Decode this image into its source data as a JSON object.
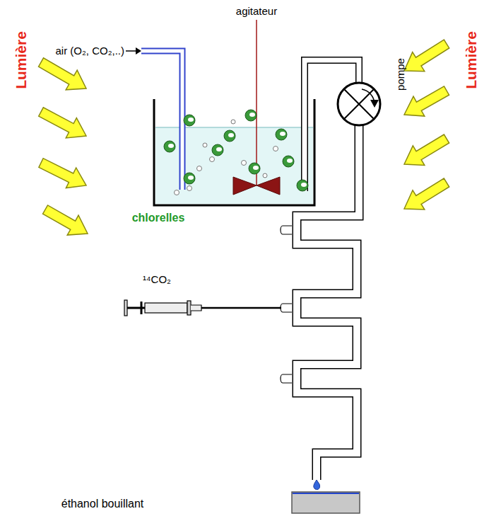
{
  "diagram": {
    "labels": [
      "air (O₂, CO₂,..)",
      "agitateur",
      "pompe",
      "Lumière",
      "Lumière",
      "chlorelles",
      "¹⁴CO₂",
      "éthanol bouillant"
    ]
  }
}
